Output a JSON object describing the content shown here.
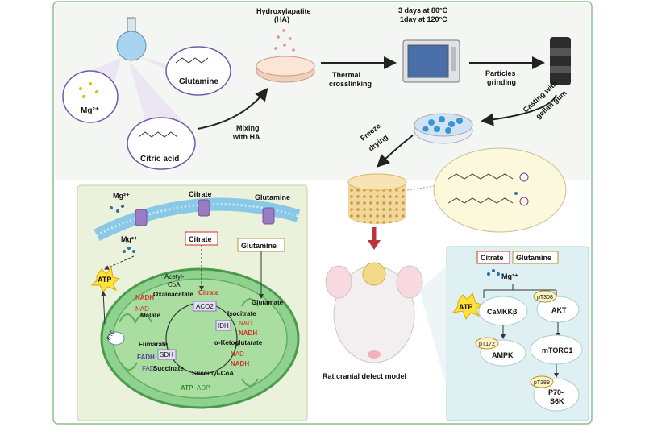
{
  "top_panel": {
    "mg_label": "Mg²⁺",
    "glutamine_label": "Glutamine",
    "citric_label": "Citric acid",
    "mixing_label": [
      "Mixing",
      "with HA"
    ],
    "ha_label": [
      "Hydroxylapatite",
      "(HA)"
    ],
    "thermal_label": [
      "Thermal",
      "crosslinking"
    ],
    "oven_label": [
      "3 days at 80°C",
      "1day at 120°C"
    ],
    "grinding_label": [
      "Particles",
      "grinding"
    ],
    "casting_label": [
      "Casting with",
      "gellan gum"
    ],
    "freeze_label": [
      "Freeze",
      "drying"
    ]
  },
  "pathway_panel": {
    "mg_top": "Mg²⁺",
    "citrate_top": "Citrate",
    "glutamine_top": "Glutamine",
    "mg_in": "Mg²⁺",
    "citrate_box": "Citrate",
    "glutamine_box": "Glutamine",
    "atp": "ATP",
    "etc": "ETC",
    "acetyl": [
      "Acetyl-",
      "CoA"
    ],
    "citrate_red": "Citrate",
    "nadh1": "NADH",
    "oxaloacetate": "Oxaloacetate",
    "nad1": "NAD",
    "malate": "Malate",
    "aco2": "ACO2",
    "isocitrate": "Isocitrate",
    "idh": "IDH",
    "nad2": "NAD",
    "nadh2": "NADH",
    "glutamate": "Glutamate",
    "akg": "α-Ketoglutarate",
    "fumarate": "Fumarate",
    "sdh": "SDH",
    "fadh": "FADH",
    "fad": "FAD",
    "succinate": "Succinate",
    "nad3": "NAD",
    "nadh3": "NADH",
    "succoa": "Succinyl-CoA",
    "atp2": "ATP",
    "adp": "ADP"
  },
  "rat_label": "Rat cranial defect model",
  "signaling_panel": {
    "citrate": "Citrate",
    "glutamine": "Glutamine",
    "mg": "Mg²⁺",
    "atp": "ATP",
    "camkk": "CaMKKβ",
    "akt": "AKT",
    "pt308": "pT308",
    "pt172": "pT172",
    "ampk": "AMPK",
    "mtorc1": "mTORC1",
    "pt389": "pT389",
    "p70": [
      "P70-",
      "S6K"
    ]
  }
}
